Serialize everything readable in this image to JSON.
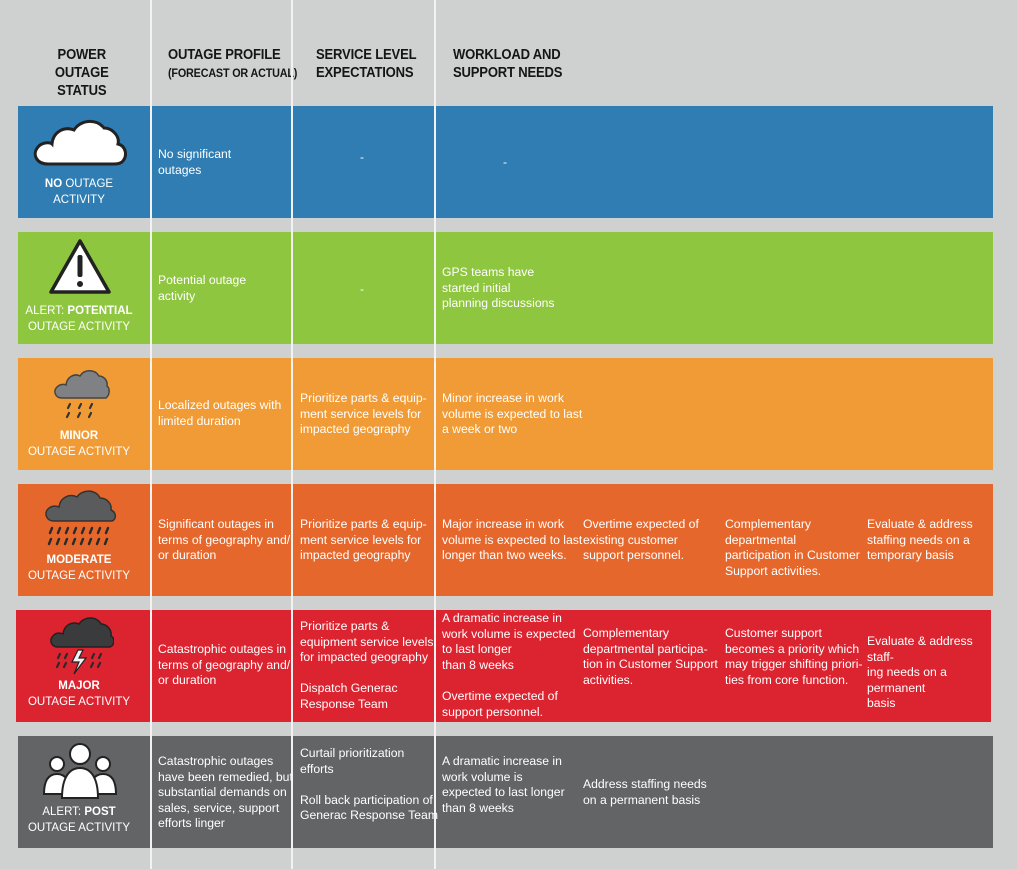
{
  "headers": {
    "status": "POWER OUTAGE\nSTATUS",
    "profile_main": "OUTAGE PROFILE",
    "profile_sub": "(FORECAST OR ACTUAL)",
    "service": "SERVICE LEVEL\nEXPECTATIONS",
    "workload": "WORKLOAD AND\nSUPPORT NEEDS"
  },
  "rows": [
    {
      "color": "#2f7db3",
      "icon": "cloud-icon",
      "status_prefix": "",
      "status_bold": "NO",
      "status_rest": " OUTAGE\nACTIVITY",
      "profile": "No significant\noutages",
      "service": "-",
      "w1": "-",
      "w2": "",
      "w3": "",
      "w4": ""
    },
    {
      "color": "#8fc640",
      "icon": "warning-triangle-icon",
      "status_prefix": "ALERT: ",
      "status_bold": "POTENTIAL",
      "status_rest": "\nOUTAGE ACTIVITY",
      "profile": "Potential outage\nactivity",
      "service": "-",
      "w1": "GPS teams have\nstarted initial\nplanning discussions",
      "w2": "",
      "w3": "",
      "w4": ""
    },
    {
      "color": "#f09b35",
      "icon": "light-rain-cloud-icon",
      "status_prefix": "",
      "status_bold": "MINOR",
      "status_rest": "\nOUTAGE ACTIVITY",
      "profile": "Localized outages with\nlimited duration",
      "service": "Prioritize parts & equip-\nment service levels for\nimpacted geography",
      "w1": "Minor increase in work\nvolume is expected to last\na week or two",
      "w2": "",
      "w3": "",
      "w4": ""
    },
    {
      "color": "#e5672c",
      "icon": "heavy-rain-cloud-icon",
      "status_prefix": "",
      "status_bold": "MODERATE",
      "status_rest": "\nOUTAGE ACTIVITY",
      "profile": "Significant outages in\nterms of geography and/\nor duration",
      "service": "Prioritize parts & equip-\nment service levels for\nimpacted geography",
      "w1": "Major increase in work\nvolume is expected to last\nlonger than two weeks.",
      "w2": "Overtime expected of\nexisting customer\nsupport personnel.",
      "w3": "Complementary\ndepartmental\nparticipation in Customer\nSupport activities.",
      "w4": "Evaluate & address\nstaffing needs on a\ntemporary basis"
    },
    {
      "color": "#dc2330",
      "icon": "storm-cloud-icon",
      "status_prefix": "",
      "status_bold": "MAJOR",
      "status_rest": "\nOUTAGE ACTIVITY",
      "profile": "Catastrophic outages in\nterms of geography and/\nor duration",
      "service": "Prioritize parts &\nequipment service levels\nfor impacted geography\n\nDispatch Generac\n Response Team",
      "w1": "A dramatic increase in\nwork volume is expected\nto last longer\nthan 8 weeks\n\nOvertime expected of\nsupport personnel.",
      "w2": "Complementary\ndepartmental participa-\ntion in Customer Support\nactivities.",
      "w3": "Customer support\nbecomes a priority which\nmay trigger shifting priori-\nties from core function.",
      "w4": "Evaluate & address staff-\ning needs on a permanent\nbasis"
    },
    {
      "color": "#636466",
      "icon": "people-group-icon",
      "status_prefix": "ALERT: ",
      "status_bold": "POST",
      "status_rest": "\nOUTAGE ACTIVITY",
      "profile": "Catastrophic outages\nhave been remedied, but\nsubstantial demands on\nsales, service, support\nefforts linger",
      "service": "Curtail prioritization\nefforts\n\nRoll back participation of\nGenerac Response Team",
      "w1": "A dramatic increase in\nwork volume is\nexpected to last longer\nthan 8 weeks",
      "w2": "Address staffing needs\non a permanent basis",
      "w3": "",
      "w4": ""
    }
  ]
}
